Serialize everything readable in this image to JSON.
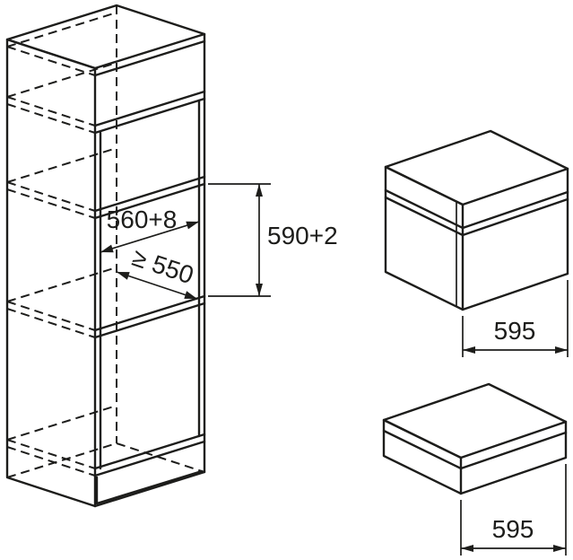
{
  "diagram": {
    "type": "appliance-installation-drawing",
    "parts": {
      "cabinet": "tall-housing-unit-with-niche",
      "upper_appliance": "compact-built-in-oven",
      "lower_appliance": "warming-drawer"
    },
    "dimensions": {
      "niche_width": "560+8",
      "niche_depth": "≥ 550",
      "niche_height": "590+2",
      "oven_width": "595",
      "drawer_width": "595"
    }
  },
  "colors": {
    "line": "#1d1d1b",
    "background": "#ffffff"
  }
}
